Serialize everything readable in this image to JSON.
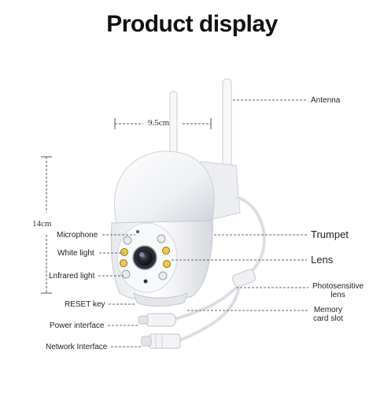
{
  "title": "Product display",
  "dimensions": {
    "width": "9.5cm",
    "height": "14cm"
  },
  "labels": {
    "left": {
      "microphone": "Microphone",
      "white_light": "White light",
      "infrared_light": "Lnfrared light",
      "reset_key": "RESET key",
      "power_interface": "Power interface",
      "network_interface": "Network Interface"
    },
    "right": {
      "antenna": "Antenna",
      "trumpet": "Trumpet",
      "lens": "Lens",
      "photosensitive_lens_line1": "Photosensitive",
      "photosensitive_lens_line2": "lens",
      "memory_card_slot_line1": "Memory",
      "memory_card_slot_line2": "card slot"
    }
  },
  "colors": {
    "camera_body": "#f4f5f7",
    "shadow": "#d9dbe0",
    "lens_dark": "#1e2128",
    "warm_led": "#f2c84b",
    "leader_line": "#666666"
  }
}
